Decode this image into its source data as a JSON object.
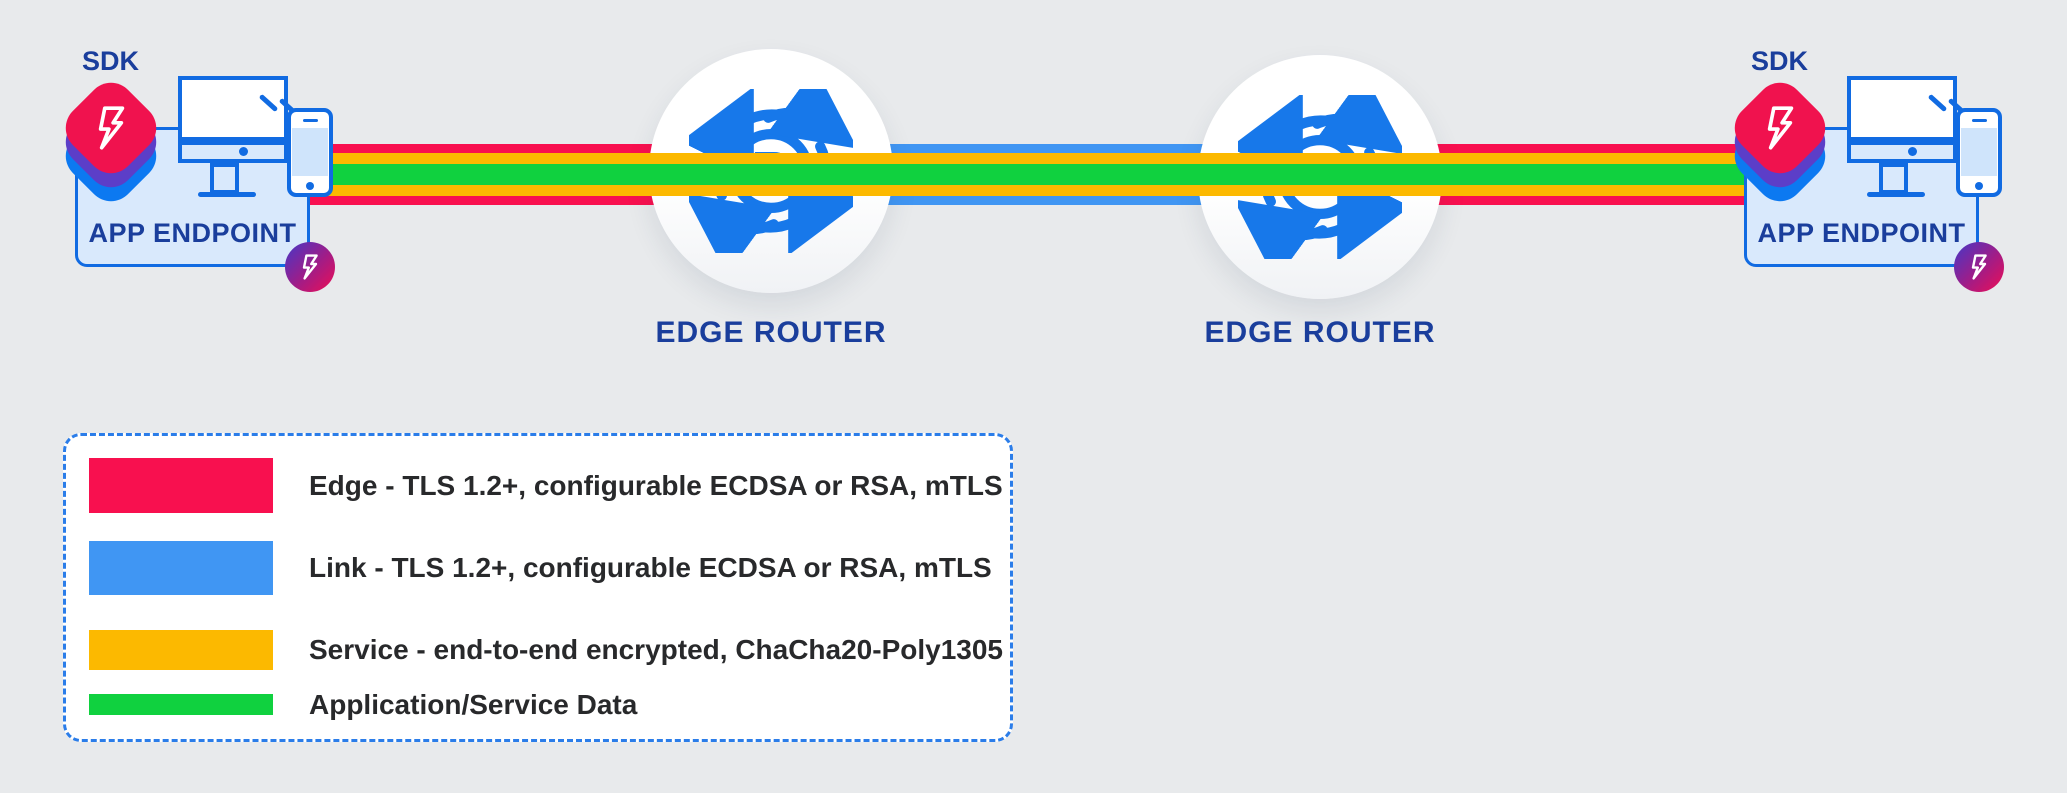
{
  "colors": {
    "background": "#E8EAEC",
    "edge": "#F8104F",
    "link": "#4096F3",
    "service": "#FCB900",
    "data": "#10D13F",
    "outline_blue": "#116BE2",
    "navy_text": "#1A3E9C",
    "legend_border": "#2B7DE9",
    "sdk_top": "#F0124E",
    "sdk_mid": "#5C3EC8",
    "sdk_bottom": "#0C79F1"
  },
  "band": {
    "edge_color": "#F8104F",
    "link_color": "#4096F3",
    "service_color": "#FCB900",
    "data_color": "#10D13F"
  },
  "endpoints": [
    {
      "sdk_label": "SDK",
      "label": "APP ENDPOINT"
    },
    {
      "sdk_label": "SDK",
      "label": "APP ENDPOINT"
    }
  ],
  "routers": [
    {
      "label": "EDGE ROUTER",
      "letter": "R"
    },
    {
      "label": "EDGE ROUTER",
      "letter": "R"
    }
  ],
  "legend": {
    "items": [
      {
        "label": "Edge - TLS 1.2+, configurable ECDSA or RSA, mTLS",
        "color": "#F8104F"
      },
      {
        "label": "Link - TLS 1.2+, configurable ECDSA or RSA, mTLS",
        "color": "#4096F3"
      },
      {
        "label": "Service - end-to-end encrypted, ChaCha20-Poly1305",
        "color": "#FCB900"
      },
      {
        "label": "Application/Service Data",
        "color": "#10D13F"
      }
    ]
  }
}
